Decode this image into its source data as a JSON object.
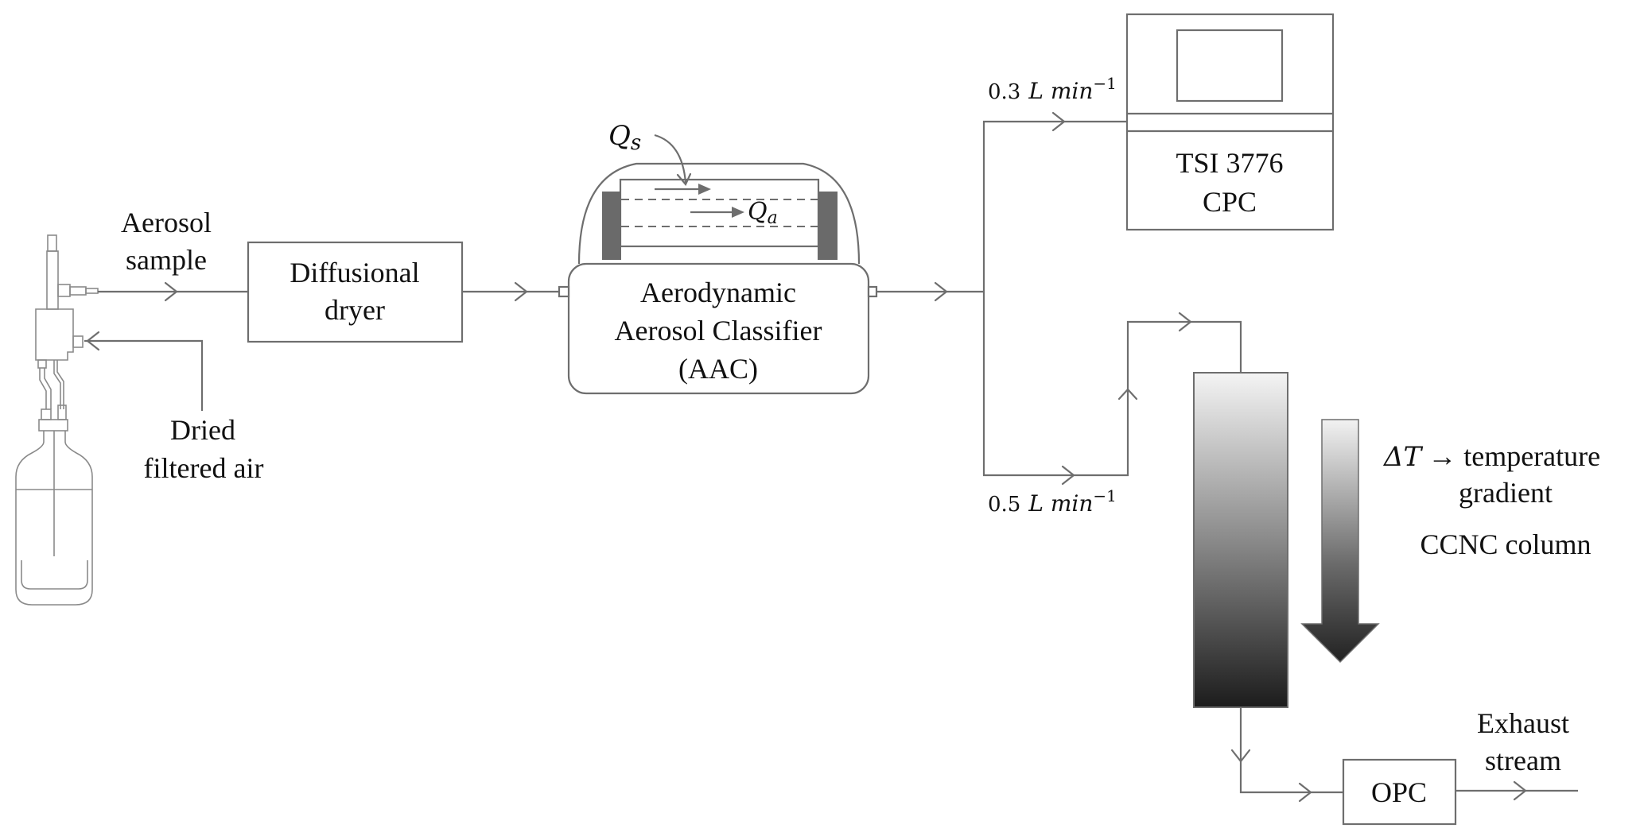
{
  "diagram": {
    "source": {
      "name": "Atomizer bottle",
      "aerosol_label": [
        "Aerosol",
        "sample"
      ],
      "dried_air_label": [
        "Dried",
        "filtered air"
      ]
    },
    "dryer": {
      "label": [
        "Diffusional",
        "dryer"
      ]
    },
    "aac": {
      "label": [
        "Aerodynamic",
        "Aerosol Classifier",
        "(AAC)"
      ],
      "sheath_flow_symbol": "Q",
      "sheath_flow_sub": "s",
      "aerosol_flow_symbol": "Q",
      "aerosol_flow_sub": "a"
    },
    "cpc": {
      "label": [
        "TSI 3776",
        "CPC"
      ],
      "flow_value": "0.3",
      "flow_unit": "L min",
      "flow_exp": "−1"
    },
    "ccnc": {
      "flow_value": "0.5",
      "flow_unit": "L min",
      "flow_exp": "−1",
      "gradient_symbol": "ΔT",
      "gradient_text": "→ temperature",
      "gradient_text2": "gradient",
      "column_label": "CCNC column"
    },
    "opc": {
      "label": "OPC"
    },
    "exhaust": {
      "label": [
        "Exhaust",
        "stream"
      ]
    },
    "colors": {
      "line": "#6e6e6e",
      "dark_block": "#6a6a6a",
      "gradient_top": "#f2f2f2",
      "gradient_bottom": "#1e1e1e"
    }
  }
}
